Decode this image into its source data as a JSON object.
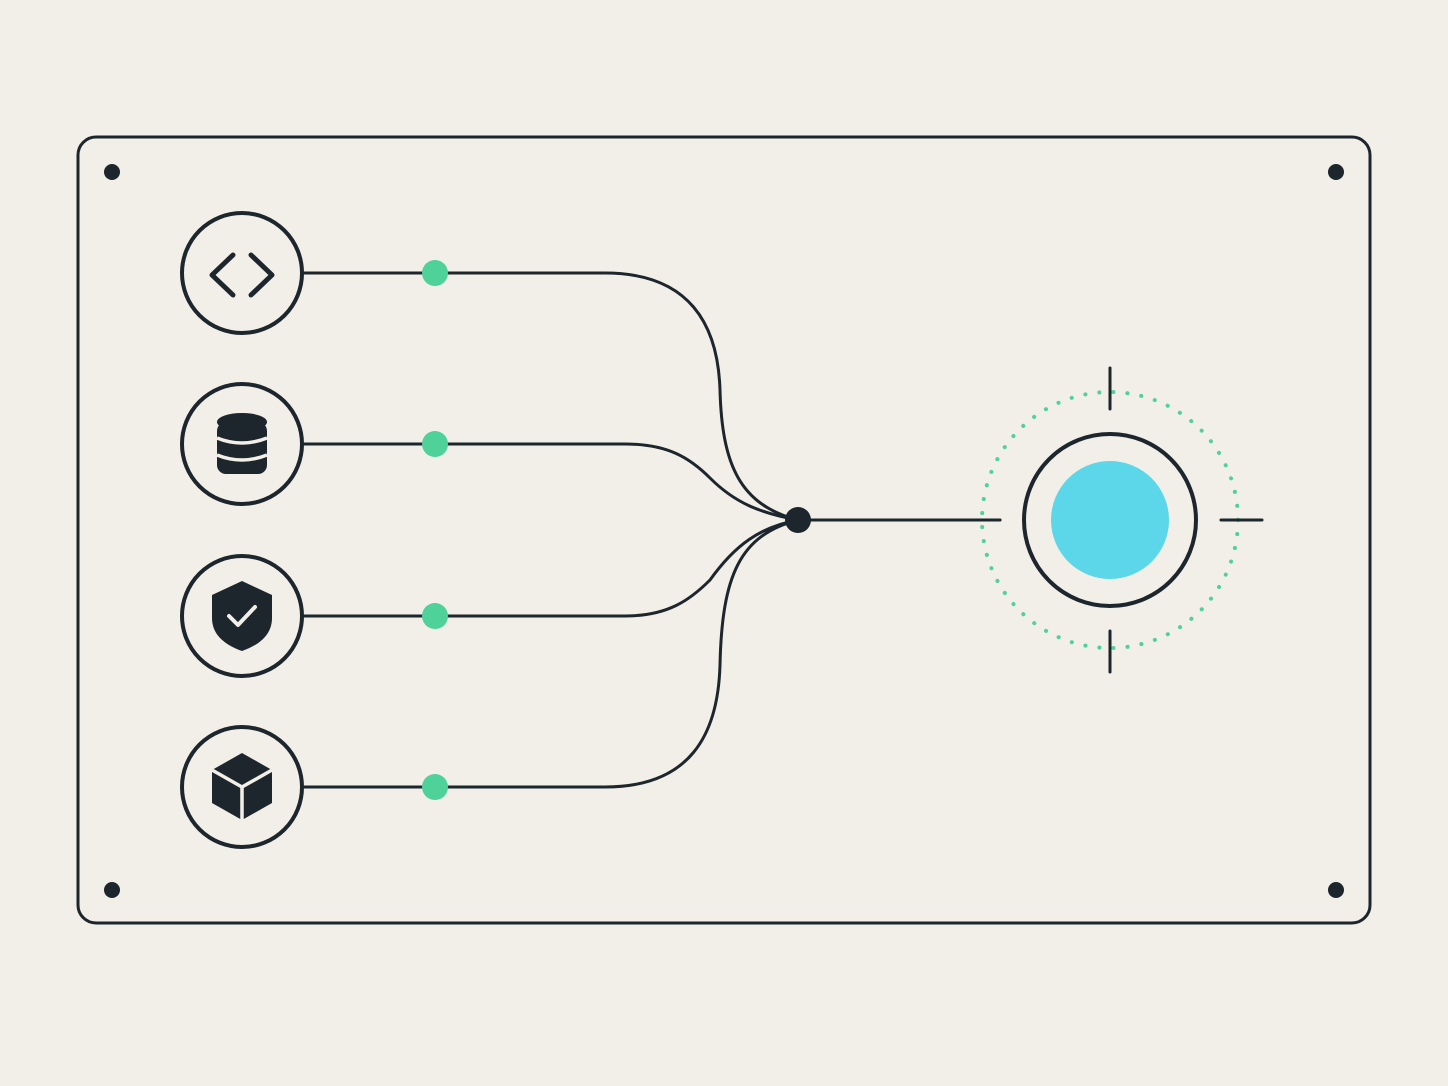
{
  "colors": {
    "background": "#f1efe8",
    "ink": "#1d262d",
    "accent_green": "#4fd19a",
    "accent_cyan": "#5bd7e9"
  },
  "inputs": [
    {
      "name": "code",
      "icon": "code-brackets-icon"
    },
    {
      "name": "database",
      "icon": "database-icon"
    },
    {
      "name": "security",
      "icon": "shield-check-icon"
    },
    {
      "name": "package",
      "icon": "cube-icon"
    }
  ],
  "output": {
    "icon": "target-icon"
  }
}
